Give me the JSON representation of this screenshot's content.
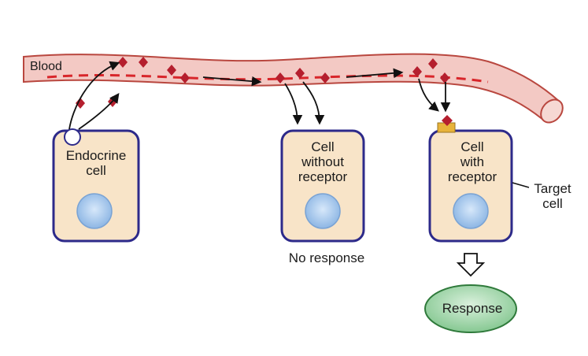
{
  "diagram": {
    "blood_label": "Blood",
    "endocrine_cell_label": "Endocrine\ncell",
    "cell_without_receptor_label": "Cell\nwithout\nreceptor",
    "cell_with_receptor_label": "Cell\nwith\nreceptor",
    "no_response_label": "No response",
    "target_cell_label": "Target\ncell",
    "response_label": "Response"
  },
  "colors": {
    "vessel_fill": "#f3c9c4",
    "vessel_outline": "#b9473f",
    "vessel_inner_line": "#d8262b",
    "hormone": "#b51f2e",
    "cell_fill": "#f8e4c8",
    "cell_outline": "#2d2a8a",
    "nucleus": "#9fc3ea",
    "receptor": "#e8b33a",
    "response_fill": "#9fd4a6",
    "arrow": "#111111"
  }
}
